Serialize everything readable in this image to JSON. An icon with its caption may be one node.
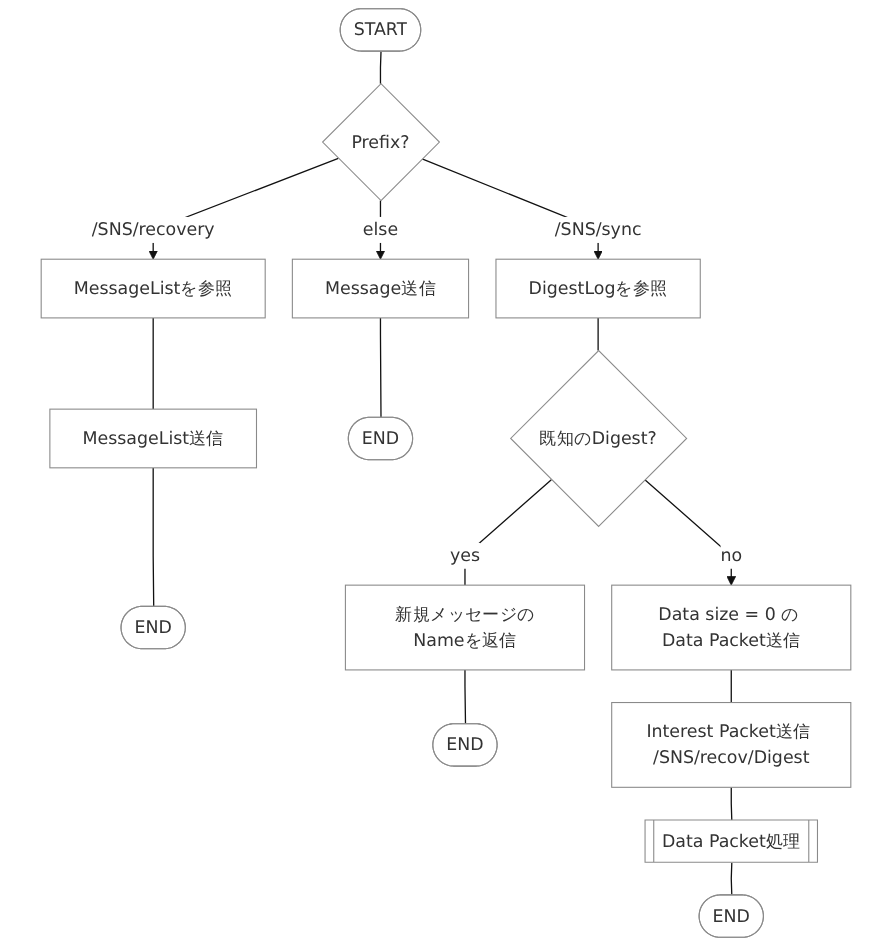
{
  "diagram": {
    "nodes": [
      {
        "text": [
          "START"
        ]
      },
      {
        "text": [
          "Prefix?"
        ]
      },
      {
        "text": [
          "DigestLogを参照"
        ]
      },
      {
        "text": [
          "MessageListを参照"
        ]
      },
      {
        "text": [
          "Message送信"
        ]
      },
      {
        "text": [
          "MessageList送信"
        ]
      },
      {
        "text": [
          "END"
        ]
      },
      {
        "text": [
          "END"
        ]
      },
      {
        "text": [
          "既知のDigest?"
        ]
      },
      {
        "text": [
          "新規メッセージのNameを返信"
        ]
      },
      {
        "text": [
          "Data size = 0 の Data Packet送信"
        ]
      },
      {
        "text": [
          "END"
        ]
      },
      {
        "text": [
          "Interest Packet送信 /SNS/recov/Digest"
        ]
      },
      {
        "text": [
          "Data Packet処理"
        ]
      },
      {
        "text": [
          "END"
        ]
      }
    ],
    "edges": [
      {
        "from": 0,
        "to": 1,
        "arrow": "none"
      },
      {
        "from": 1,
        "to": 2,
        "arrow": "to",
        "label": "/SNS/sync"
      },
      {
        "from": 1,
        "to": 3,
        "arrow": "to",
        "label": "/SNS/recovery"
      },
      {
        "from": 1,
        "to": 4,
        "arrow": "to",
        "label": "else"
      },
      {
        "from": 3,
        "to": 5,
        "arrow": "none"
      },
      {
        "from": 5,
        "to": 6,
        "arrow": "none"
      },
      {
        "from": 4,
        "to": 7,
        "arrow": "none"
      },
      {
        "from": 2,
        "to": 8,
        "arrow": "none"
      },
      {
        "from": 8,
        "to": 9,
        "arrow": "none",
        "label": "yes"
      },
      {
        "from": 8,
        "to": 10,
        "arrow": "to",
        "label": "no"
      },
      {
        "from": 9,
        "to": 11,
        "arrow": "none"
      },
      {
        "from": 10,
        "to": 12,
        "arrow": "none"
      },
      {
        "from": 12,
        "to": 13,
        "arrow": "none"
      },
      {
        "from": 13,
        "to": 14,
        "arrow": "none"
      }
    ]
  }
}
